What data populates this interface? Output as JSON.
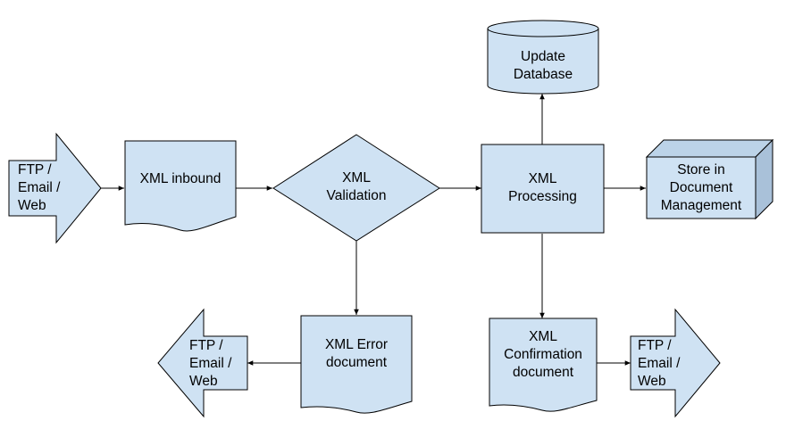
{
  "colors": {
    "fill": "#cfe2f3",
    "stroke": "#000000",
    "arrow": "#000000"
  },
  "nodes": {
    "ftp_in": {
      "shape": "arrow-right",
      "label": "FTP /\nEmail /\nWeb"
    },
    "xml_inbound": {
      "shape": "document",
      "label": "XML inbound"
    },
    "xml_validation": {
      "shape": "diamond",
      "label": "XML\nValidation"
    },
    "xml_processing": {
      "shape": "rectangle",
      "label": "XML\nProcessing"
    },
    "update_database": {
      "shape": "cylinder",
      "label": "Update\nDatabase"
    },
    "store_document": {
      "shape": "cube",
      "label": "Store in\nDocument\nManagement"
    },
    "xml_error_document": {
      "shape": "document",
      "label": "XML Error\ndocument"
    },
    "ftp_error_out": {
      "shape": "arrow-left",
      "label": "FTP /\nEmail /\nWeb"
    },
    "xml_confirmation_document": {
      "shape": "document",
      "label": "XML\nConfirmation\ndocument"
    },
    "ftp_confirmation_out": {
      "shape": "arrow-right",
      "label": "FTP /\nEmail /\nWeb"
    }
  },
  "edges": [
    {
      "from": "ftp_in",
      "to": "xml_inbound"
    },
    {
      "from": "xml_inbound",
      "to": "xml_validation"
    },
    {
      "from": "xml_validation",
      "to": "xml_processing"
    },
    {
      "from": "xml_validation",
      "to": "xml_error_document"
    },
    {
      "from": "xml_processing",
      "to": "update_database"
    },
    {
      "from": "xml_processing",
      "to": "store_document"
    },
    {
      "from": "xml_processing",
      "to": "xml_confirmation_document"
    },
    {
      "from": "xml_error_document",
      "to": "ftp_error_out"
    },
    {
      "from": "xml_confirmation_document",
      "to": "ftp_confirmation_out"
    }
  ]
}
